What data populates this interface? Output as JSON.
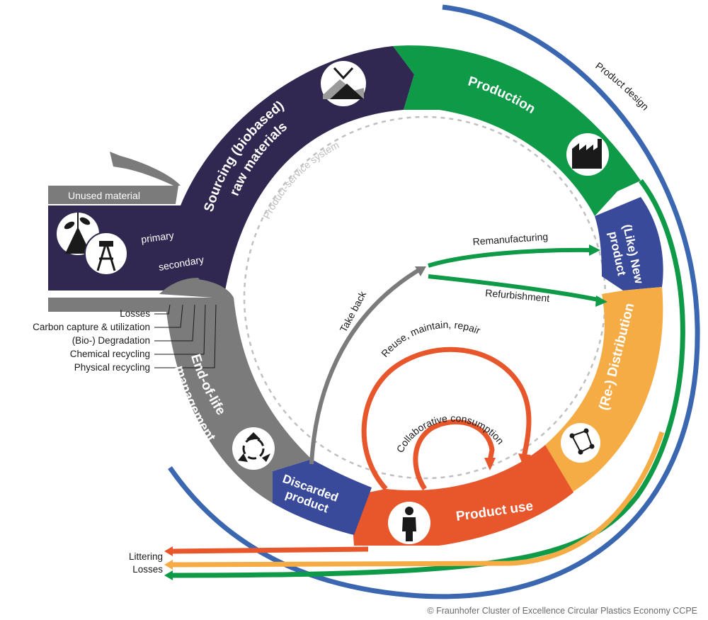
{
  "colors": {
    "sourcing": "#302850",
    "production": "#0f9a48",
    "new_product": "#3a4a9a",
    "distribution": "#f6ac45",
    "product_use": "#e8562c",
    "discarded": "#3a4a9a",
    "end_of_life": "#7b7b7b",
    "product_design": "#3b67b0",
    "service_system": "#c0c0c0"
  },
  "segments": {
    "sourcing": [
      "Sourcing (biobased)",
      "raw materials"
    ],
    "production": "Production",
    "new_product": [
      "(Like) New",
      "product"
    ],
    "distribution": "(Re-) Distribution",
    "product_use": "Product use",
    "discarded": [
      "Discarded",
      "product"
    ],
    "end_of_life": [
      "End-of-life",
      "management"
    ]
  },
  "inputs": {
    "unused_material": "Unused material",
    "primary": "primary",
    "secondary": "secondary"
  },
  "eol_outputs": [
    "Losses",
    "Carbon capture & utilization",
    "(Bio-) Degradation",
    "Chemical recycling",
    "Physical recycling"
  ],
  "flows": {
    "remanufacturing": "Remanufacturing",
    "refurbishment": "Refurbishment",
    "take_back": "Take back",
    "reuse": "Reuse, maintain, repair",
    "collaborative": "Collaborative consumption"
  },
  "outer": {
    "product_design": "Product design",
    "service_system": "Product-service system"
  },
  "bottom_outputs": [
    "Littering",
    "Losses"
  ],
  "icons": [
    "excavator-icon",
    "factory-icon",
    "network-icon",
    "person-icon",
    "recycle-icon",
    "plant-icon",
    "mine-tower-icon"
  ],
  "copyright": "© Fraunhofer Cluster of Excellence Circular Plastics Economy CCPE"
}
